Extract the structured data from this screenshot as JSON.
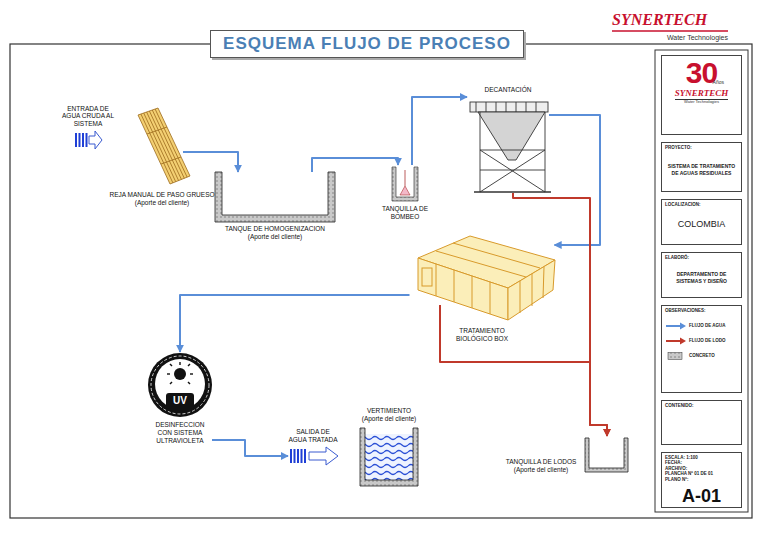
{
  "diagram": {
    "title": "ESQUEMA FLUJO DE PROCESO",
    "nodes": [
      {
        "text": [
          "ENTRADA DE AGUA CRUDA AL SISTEMA"
        ]
      },
      {
        "text": [
          "REJA MANUAL DE PASO GRUESO",
          "(Aporte del cliente)"
        ]
      },
      {
        "text": [
          "TANQUE DE HOMOGENIZACION",
          "(Aporte del cliente)"
        ]
      },
      {
        "text": [
          "TANQUILLA DE BOMBEO"
        ]
      },
      {
        "text": [
          "DECANTACIÓN"
        ]
      },
      {
        "text": [
          "TRATAMIENTO BIOLÓGICO BOX"
        ]
      },
      {
        "text": [
          "DESINFECCION CON SISTEMA ULTRAVIOLETA"
        ]
      },
      {
        "text": [
          "SALIDA DE AGUA TRATADA"
        ]
      },
      {
        "text": [
          "VERTIMIENTO",
          "(Aporte del cliente)"
        ]
      },
      {
        "text": [
          "TANQUILLA DE LODOS",
          "(Aporte del cliente)"
        ]
      },
      {
        "text": [
          "30",
          "Años",
          "SYNERTECH",
          "Water Technologies"
        ]
      },
      {
        "text": [
          "PROYECTO:",
          "SISTEMA DE TRATAMIENTO DE AGUAS RESIDUALES"
        ]
      },
      {
        "text": [
          "LOCALIZACION:",
          "COLOMBIA"
        ]
      },
      {
        "text": [
          "ELABORÓ:",
          "DEPARTAMENTO DE SISTEMAS Y DISEÑO"
        ]
      },
      {
        "text": [
          "OBSERVACIONES:"
        ]
      },
      {
        "text": [
          "CONTENIDO:"
        ]
      },
      {
        "text": [
          "ESCALA: 1:100",
          "FECHA:",
          "ARCHIVO:",
          "PLANCHA Nº 01 DE 01",
          "PLANO Nº:",
          "A-01"
        ]
      }
    ],
    "edges": [
      {
        "from": 1,
        "to": 2,
        "arrow": "to"
      },
      {
        "from": 2,
        "to": 3,
        "arrow": "to"
      },
      {
        "from": 3,
        "to": 4,
        "arrow": "to"
      },
      {
        "from": 4,
        "to": 5,
        "arrow": "to"
      },
      {
        "from": 4,
        "to": 9,
        "arrow": "to"
      },
      {
        "from": 5,
        "to": 9,
        "arrow": "to"
      },
      {
        "from": 5,
        "to": 6,
        "arrow": "to"
      },
      {
        "from": 6,
        "to": 7,
        "arrow": "to"
      }
    ],
    "labels": [
      "SYNERTECH",
      "Water Technologies",
      "UV"
    ],
    "legend": [
      {
        "text": "FLUJO DE AGUA",
        "color": "#5a8ed8"
      },
      {
        "text": "FLUJO DE LODO",
        "color": "#c0392b"
      },
      {
        "text": "CONCRETO"
      }
    ]
  }
}
